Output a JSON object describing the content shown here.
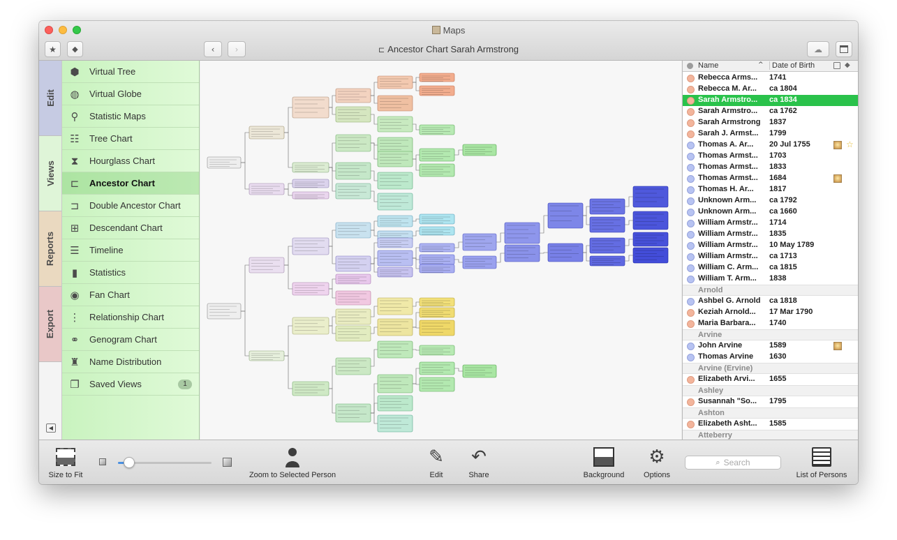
{
  "window": {
    "title": "Maps",
    "chart_title": "Ancestor Chart Sarah Armstrong"
  },
  "colors": {
    "selection_green": "#2ac24b",
    "sidebar_bg": "#c9f3bf",
    "female_marker": "#f3b59c",
    "male_marker": "#b7c3f2",
    "slider_accent": "#4a90e2"
  },
  "vtabs": [
    "Edit",
    "Views",
    "Reports",
    "Export"
  ],
  "sidebar": {
    "items": [
      {
        "label": "Virtual Tree",
        "icon": "cube-icon"
      },
      {
        "label": "Virtual Globe",
        "icon": "globe-icon"
      },
      {
        "label": "Statistic Maps",
        "icon": "map-pin-icon"
      },
      {
        "label": "Tree Chart",
        "icon": "tree-chart-icon"
      },
      {
        "label": "Hourglass Chart",
        "icon": "hourglass-chart-icon"
      },
      {
        "label": "Ancestor Chart",
        "icon": "ancestor-chart-icon",
        "selected": true
      },
      {
        "label": "Double Ancestor Chart",
        "icon": "double-ancestor-chart-icon"
      },
      {
        "label": "Descendant Chart",
        "icon": "descendant-chart-icon"
      },
      {
        "label": "Timeline",
        "icon": "timeline-icon"
      },
      {
        "label": "Statistics",
        "icon": "statistics-icon"
      },
      {
        "label": "Fan Chart",
        "icon": "fan-chart-icon"
      },
      {
        "label": "Relationship Chart",
        "icon": "relationship-chart-icon"
      },
      {
        "label": "Genogram Chart",
        "icon": "genogram-chart-icon"
      },
      {
        "label": "Name Distribution",
        "icon": "name-distribution-icon"
      },
      {
        "label": "Saved Views",
        "icon": "saved-views-icon",
        "badge": "1"
      }
    ]
  },
  "person_list": {
    "headers": {
      "name": "Name",
      "dob": "Date of Birth"
    },
    "rows": [
      {
        "type": "person",
        "name": "Rebecca Arms...",
        "dob": "1741",
        "sex": "f"
      },
      {
        "type": "person",
        "name": "Rebecca M. Ar...",
        "dob": "ca 1804",
        "sex": "f"
      },
      {
        "type": "person",
        "name": "Sarah Armstro...",
        "dob": "ca 1834",
        "sex": "f",
        "selected": true
      },
      {
        "type": "person",
        "name": "Sarah Armstro...",
        "dob": "ca 1762",
        "sex": "f"
      },
      {
        "type": "person",
        "name": "Sarah Armstrong",
        "dob": "1837",
        "sex": "f"
      },
      {
        "type": "person",
        "name": "Sarah J. Armst...",
        "dob": "1799",
        "sex": "f"
      },
      {
        "type": "person",
        "name": "Thomas A. Ar...",
        "dob": "20 Jul 1755",
        "sex": "m",
        "photo": true,
        "star": true
      },
      {
        "type": "person",
        "name": "Thomas Armst...",
        "dob": "1703",
        "sex": "m"
      },
      {
        "type": "person",
        "name": "Thomas Armst...",
        "dob": "1833",
        "sex": "m"
      },
      {
        "type": "person",
        "name": "Thomas Armst...",
        "dob": "1684",
        "sex": "m",
        "photo": true
      },
      {
        "type": "person",
        "name": "Thomas H. Ar...",
        "dob": "1817",
        "sex": "m"
      },
      {
        "type": "person",
        "name": "Unknown Arm...",
        "dob": "ca 1792",
        "sex": "m"
      },
      {
        "type": "person",
        "name": "Unknown Arm...",
        "dob": "ca 1660",
        "sex": "m"
      },
      {
        "type": "person",
        "name": "William Armstr...",
        "dob": "1714",
        "sex": "m"
      },
      {
        "type": "person",
        "name": "William Armstr...",
        "dob": "1835",
        "sex": "m"
      },
      {
        "type": "person",
        "name": "William Armstr...",
        "dob": "10 May 1789",
        "sex": "m"
      },
      {
        "type": "person",
        "name": "William Armstr...",
        "dob": "ca 1713",
        "sex": "m"
      },
      {
        "type": "person",
        "name": "William C. Arm...",
        "dob": "ca 1815",
        "sex": "m"
      },
      {
        "type": "person",
        "name": "William T. Arm...",
        "dob": "1838",
        "sex": "m"
      },
      {
        "type": "group",
        "name": "Arnold"
      },
      {
        "type": "person",
        "name": "Ashbel G. Arnold",
        "dob": "ca 1818",
        "sex": "m"
      },
      {
        "type": "person",
        "name": "Keziah Arnold...",
        "dob": "17 Mar 1790",
        "sex": "f"
      },
      {
        "type": "person",
        "name": "Maria Barbara...",
        "dob": "1740",
        "sex": "f"
      },
      {
        "type": "group",
        "name": "Arvine"
      },
      {
        "type": "person",
        "name": "John Arvine",
        "dob": "1589",
        "sex": "m",
        "photo": true
      },
      {
        "type": "person",
        "name": "Thomas Arvine",
        "dob": "1630",
        "sex": "m"
      },
      {
        "type": "group",
        "name": "Arvine (Ervine)"
      },
      {
        "type": "person",
        "name": "Elizabeth Arvi...",
        "dob": "1655",
        "sex": "f"
      },
      {
        "type": "group",
        "name": "Ashley"
      },
      {
        "type": "person",
        "name": "Susannah \"So...",
        "dob": "1795",
        "sex": "f"
      },
      {
        "type": "group",
        "name": "Ashton"
      },
      {
        "type": "person",
        "name": "Elizabeth Asht...",
        "dob": "1585",
        "sex": "f"
      },
      {
        "type": "group",
        "name": "Atteberry"
      }
    ]
  },
  "bottombar": {
    "size_to_fit": "Size to Fit",
    "zoom_to_selected": "Zoom to Selected Person",
    "edit": "Edit",
    "share": "Share",
    "background": "Background",
    "options": "Options",
    "search_placeholder": "Search",
    "list_of_persons": "List of Persons",
    "zoom_level": 0.12
  }
}
